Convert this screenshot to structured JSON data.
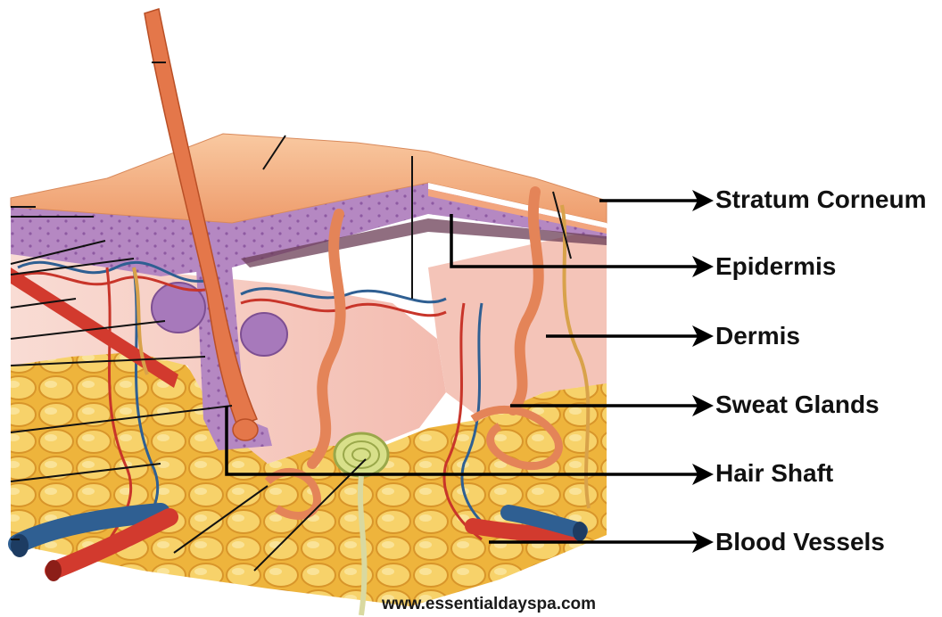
{
  "diagram": {
    "labels": [
      {
        "id": "stratum-corneum",
        "text": "Stratum Corneum"
      },
      {
        "id": "epidermis",
        "text": "Epidermis"
      },
      {
        "id": "dermis",
        "text": "Dermis"
      },
      {
        "id": "sweat-glands",
        "text": "Sweat Glands"
      },
      {
        "id": "hair-shaft",
        "text": "Hair Shaft"
      },
      {
        "id": "blood-vessels",
        "text": "Blood Vessels"
      }
    ],
    "watermark": "www.essentialdayspa.com"
  },
  "colors": {
    "skin_surface": "#f6b98f",
    "epidermis": "#b98ac4",
    "dermis": "#f7cfc6",
    "fat": "#f2c24a",
    "hair": "#e4774a",
    "artery": "#d23a2e",
    "vein": "#2f5f92",
    "leader_line": "#000000"
  }
}
